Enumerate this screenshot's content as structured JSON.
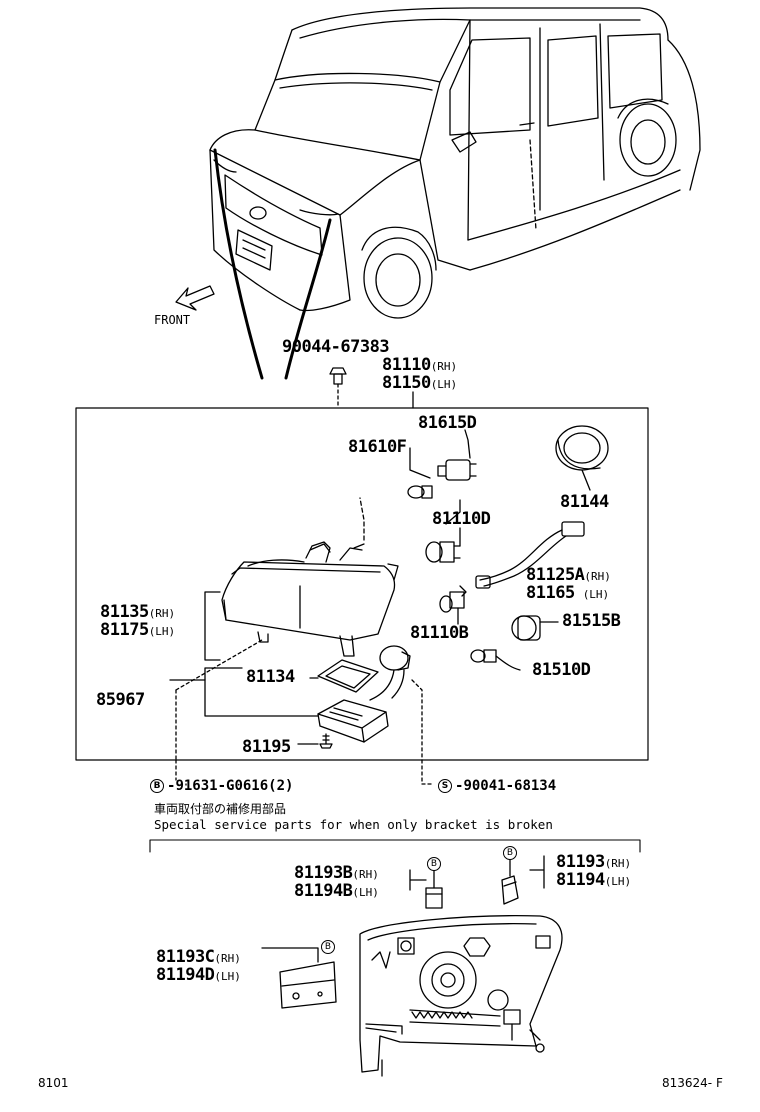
{
  "labels": {
    "front": "FRONT",
    "p90044": "90044-67383",
    "p81110": "81110",
    "p81150": "81150",
    "p81615d": "81615D",
    "p81610f": "81610F",
    "p81144": "81144",
    "p81110d": "81110D",
    "p81125a": "81125A",
    "p81165": "81165",
    "p81135": "81135",
    "p81175": "81175",
    "p81515b": "81515B",
    "p81110b": "81110B",
    "p81510d": "81510D",
    "p81134": "81134",
    "p85967": "85967",
    "p81195": "81195",
    "p91631": "91631-G0616(2)",
    "p90041": "90041-68134",
    "p81193b": "81193B",
    "p81194b": "81194B",
    "p81193": "81193",
    "p81194": "81194",
    "p81193c": "81193C",
    "p81194d": "81194D"
  },
  "side": {
    "rh": "(RH)",
    "lh": "(LH)"
  },
  "markers": {
    "b": "B",
    "s": "S"
  },
  "notes": {
    "jp": "車両取付部の補修用部品",
    "en": "Special service parts for when only bracket is broken"
  },
  "footer": {
    "left": "8101",
    "right": "813624- F"
  }
}
